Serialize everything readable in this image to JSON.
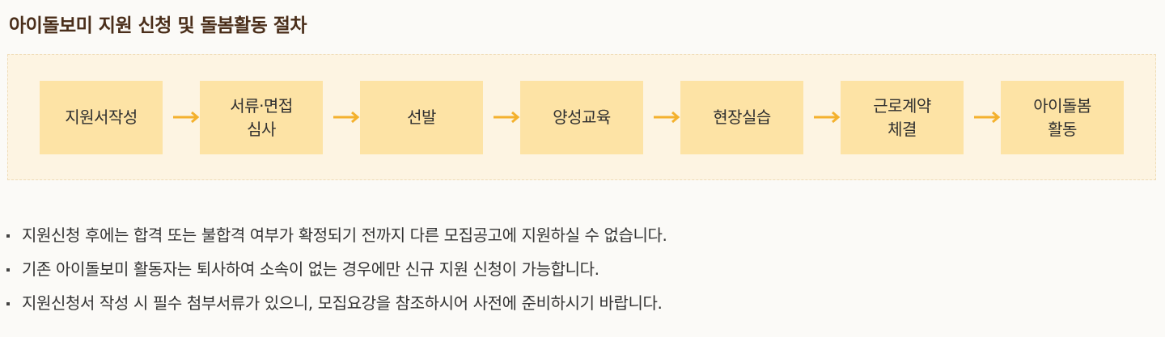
{
  "page": {
    "title": "아이돌보미 지원 신청 및 돌봄활동 절차"
  },
  "process": {
    "steps": [
      {
        "label": "지원서작성"
      },
      {
        "label": "서류·면접\n심사"
      },
      {
        "label": "선발"
      },
      {
        "label": "양성교육"
      },
      {
        "label": "현장실습"
      },
      {
        "label": "근로계약\n체결"
      },
      {
        "label": "아이돌봄\n활동"
      }
    ],
    "arrow_icon": "arrow-right-icon",
    "colors": {
      "panel": "#fdf4e2",
      "step_box": "#fde3a5",
      "arrow": "#f4b12e"
    }
  },
  "notes": [
    {
      "text": "지원신청 후에는 합격 또는 불합격 여부가 확정되기 전까지 다른 모집공고에 지원하실 수 없습니다."
    },
    {
      "text": "기존 아이돌보미 활동자는 퇴사하여 소속이 없는 경우에만 신규 지원 신청이 가능합니다."
    },
    {
      "text": "지원신청서 작성 시 필수 첨부서류가 있으니, 모집요강을 참조하시어 사전에 준비하시기 바랍니다."
    }
  ]
}
